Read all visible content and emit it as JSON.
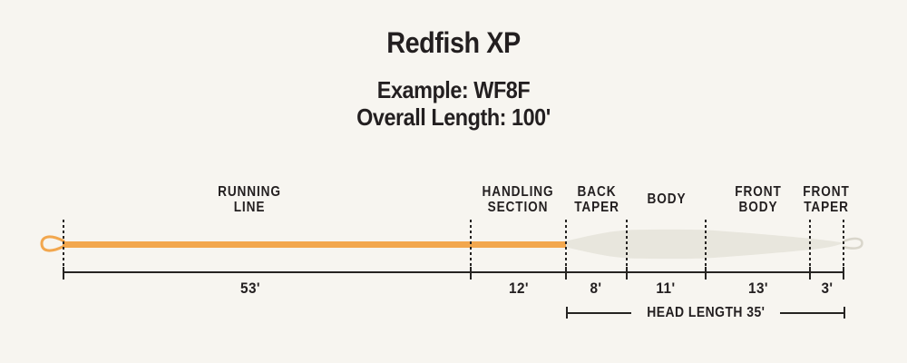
{
  "title": "Redfish XP",
  "subtitle_example": "Example: WF8F",
  "subtitle_overall_length": "Overall Length: 100'",
  "head_length_label": "HEAD LENGTH 35'",
  "sections": [
    {
      "line1": "RUNNING",
      "line2": "LINE",
      "length": "53'"
    },
    {
      "line1": "HANDLING",
      "line2": "SECTION",
      "length": "12'"
    },
    {
      "line1": "BACK",
      "line2": "TAPER",
      "length": "8'"
    },
    {
      "line1": "BODY",
      "line2": "",
      "length": "11'"
    },
    {
      "line1": "FRONT",
      "line2": "BODY",
      "length": "13'"
    },
    {
      "line1": "FRONT",
      "line2": "TAPER",
      "length": "3'"
    }
  ],
  "colors": {
    "background": "#F7F5F0",
    "text": "#231F20",
    "line_orange": "#F2A74E",
    "head_gray": "#E8E6DD",
    "loop_gray": "#D9D6CB",
    "rule": "#262422"
  }
}
